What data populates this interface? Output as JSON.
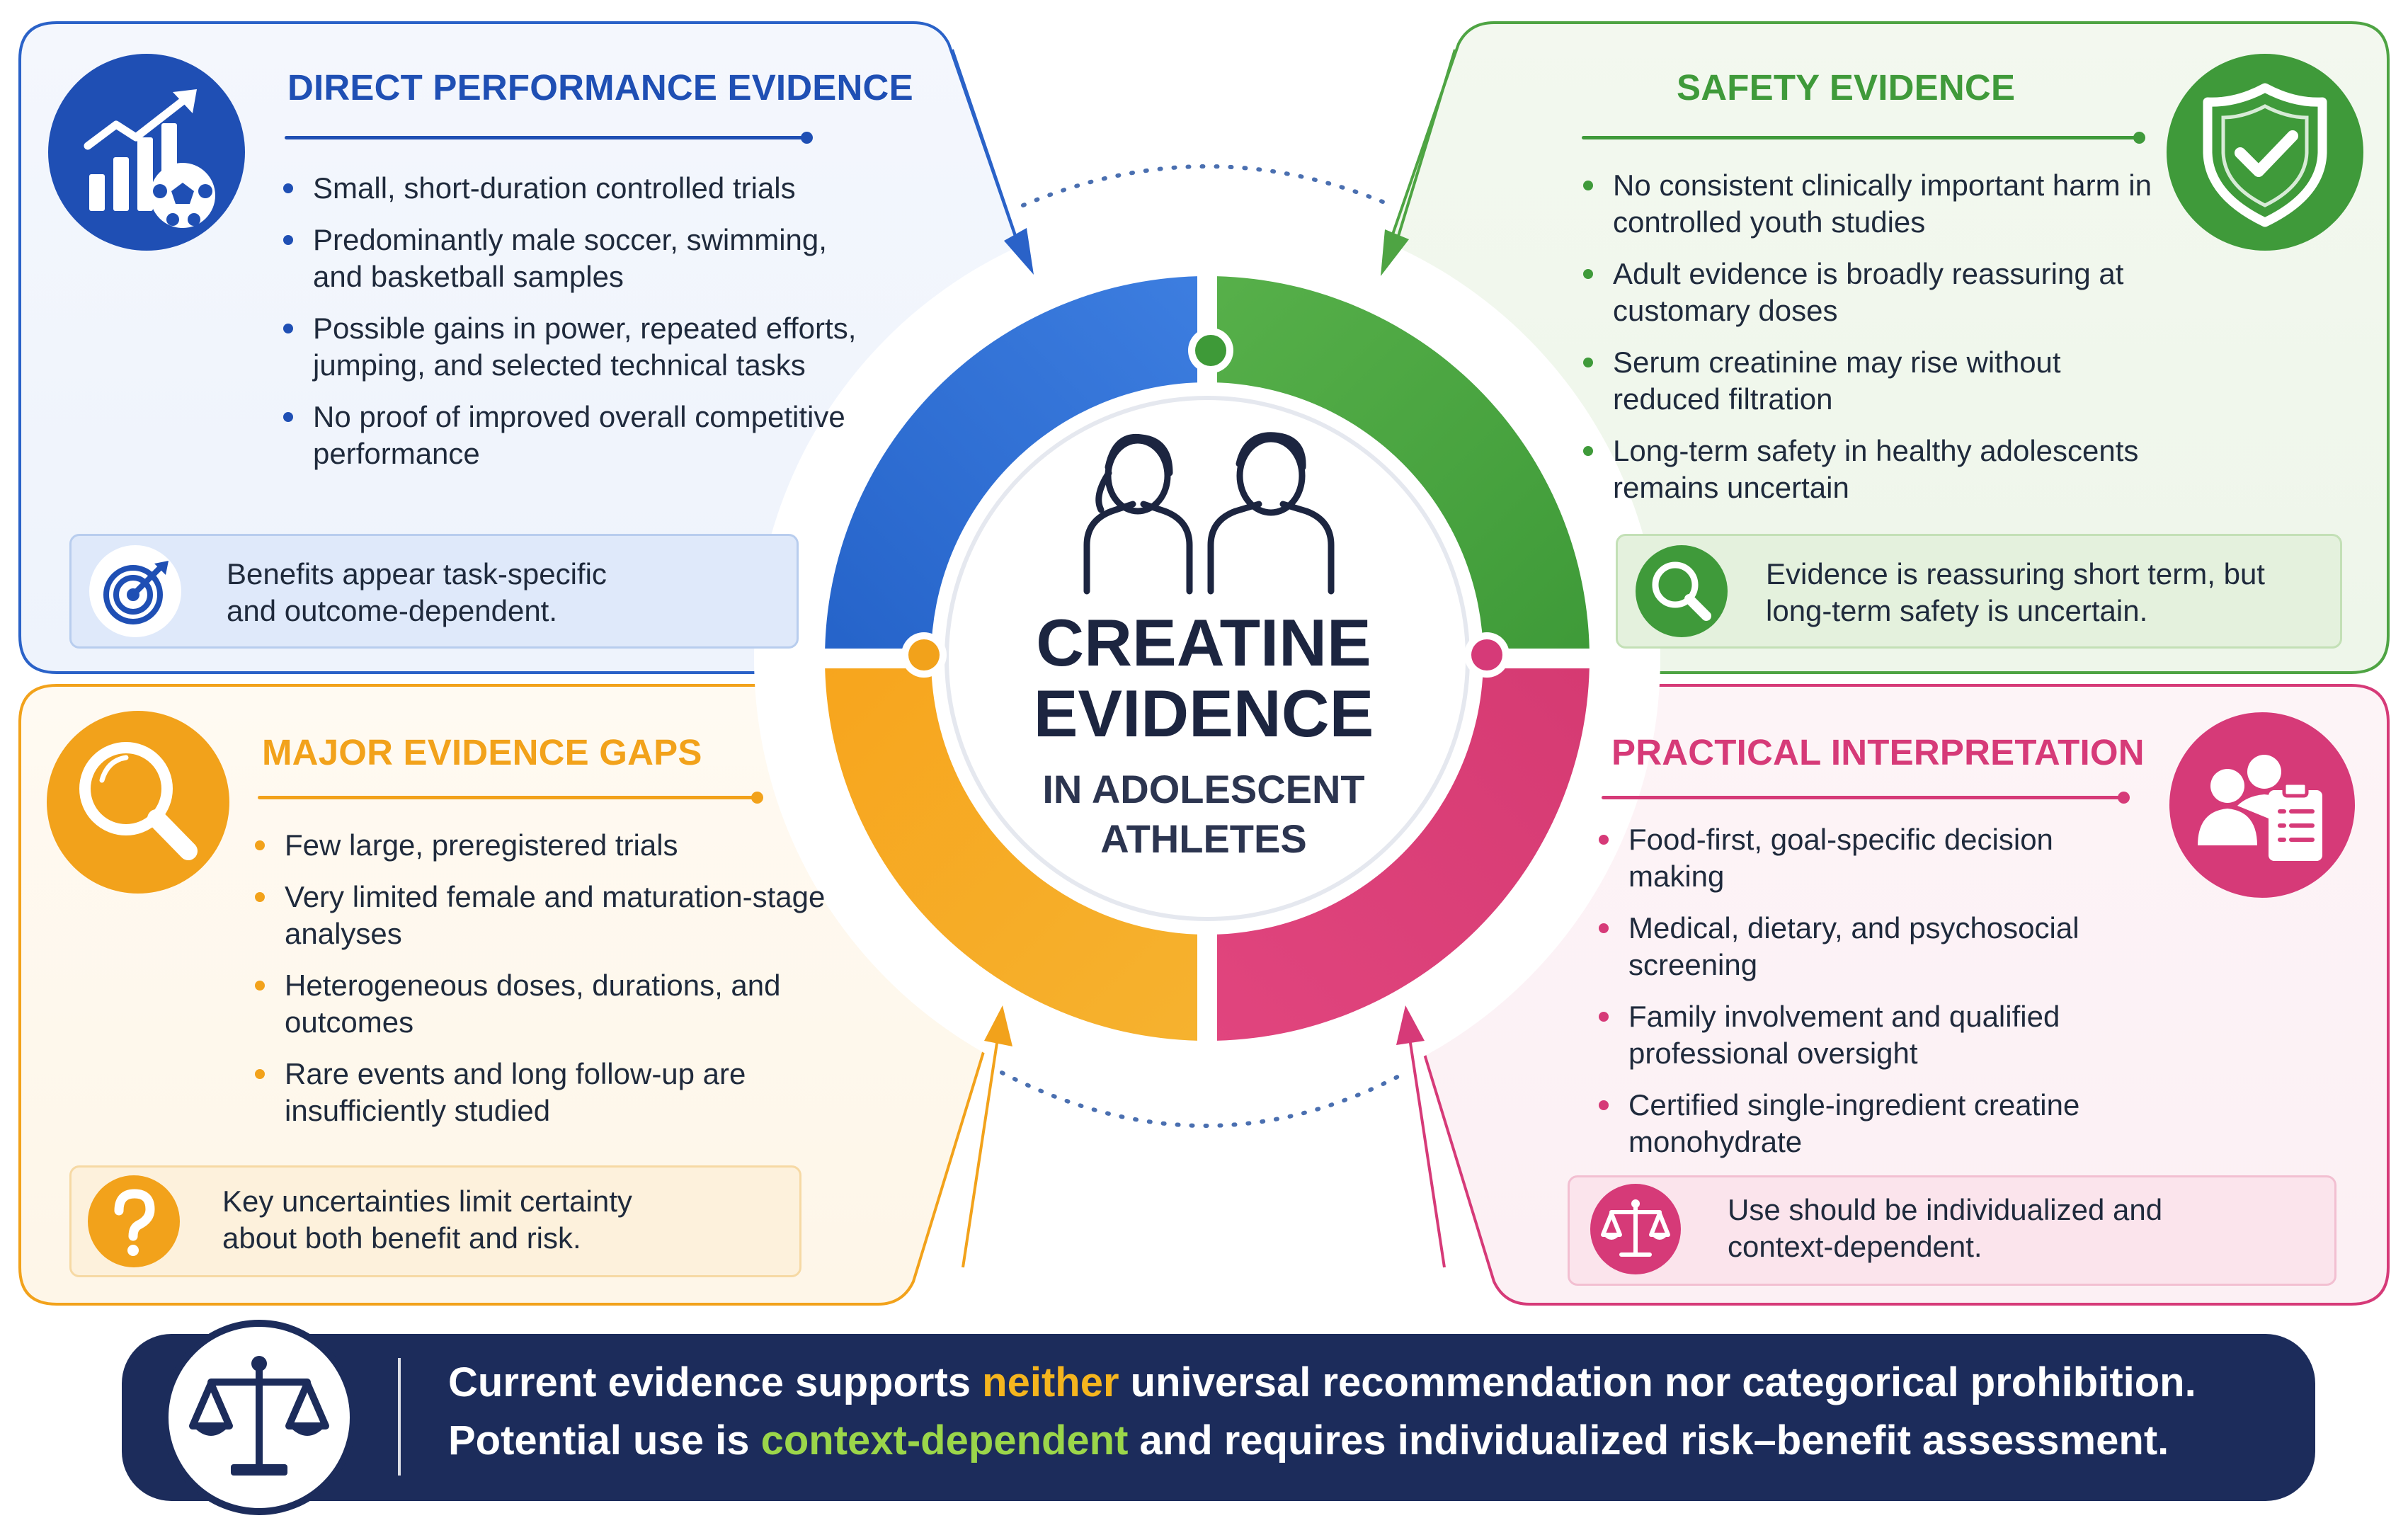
{
  "center": {
    "title_line1": "CREATINE",
    "title_line2": "EVIDENCE",
    "subtitle_line1": "IN ADOLESCENT",
    "subtitle_line2": "ATHLETES"
  },
  "panels": {
    "performance": {
      "title": "DIRECT PERFORMANCE EVIDENCE",
      "color": "#1f4fb4",
      "bullets": [
        "Small, short-duration controlled trials",
        "Predominantly male soccer, swimming, and basketball samples",
        "Possible gains in power, repeated efforts, jumping, and selected technical tasks",
        "No proof of improved overall competitive performance"
      ],
      "note": "Benefits appear task-specific and outcome-dependent.",
      "icon": "performance-chart-soccer-icon",
      "note_icon": "target-icon"
    },
    "safety": {
      "title": "SAFETY EVIDENCE",
      "color": "#3f9a3a",
      "bullets": [
        "No consistent clinically important harm in controlled youth studies",
        "Adult evidence is broadly reassuring at customary doses",
        "Serum creatinine may rise without reduced filtration",
        "Long-term safety in healthy adolescents remains uncertain"
      ],
      "note": "Evidence is reassuring short term, but long-term safety is uncertain.",
      "icon": "shield-check-icon",
      "note_icon": "magnifier-icon"
    },
    "gaps": {
      "title": "MAJOR EVIDENCE GAPS",
      "color": "#f2a21b",
      "bullets": [
        "Few large, preregistered trials",
        "Very limited female and maturation-stage analyses",
        "Heterogeneous doses, durations, and outcomes",
        "Rare events and long follow-up are insufficiently studied"
      ],
      "note": "Key uncertainties limit certainty about both benefit and risk.",
      "icon": "magnifier-icon",
      "note_icon": "question-icon"
    },
    "practical": {
      "title": "PRACTICAL INTERPRETATION",
      "color": "#d63a78",
      "bullets": [
        "Food-first, goal-specific decision making",
        "Medical, dietary, and psychosocial screening",
        "Family involvement and qualified professional oversight",
        "Certified single-ingredient creatine monohydrate"
      ],
      "note": "Use should be individualized and context-dependent.",
      "icon": "people-clipboard-icon",
      "note_icon": "balance-scale-icon"
    }
  },
  "banner": {
    "line1_pre": "Current evidence supports ",
    "line1_highlight": "neither",
    "line1_post": " universal recommendation nor categorical prohibition.",
    "line2_pre": "Potential use is ",
    "line2_highlight": "context-dependent",
    "line2_post": " and requires individualized risk–benefit assessment.",
    "icon": "balance-scale-icon",
    "highlight_colors": [
      "#f5b51e",
      "#9bd64a"
    ],
    "background": "#1c2c5b"
  }
}
